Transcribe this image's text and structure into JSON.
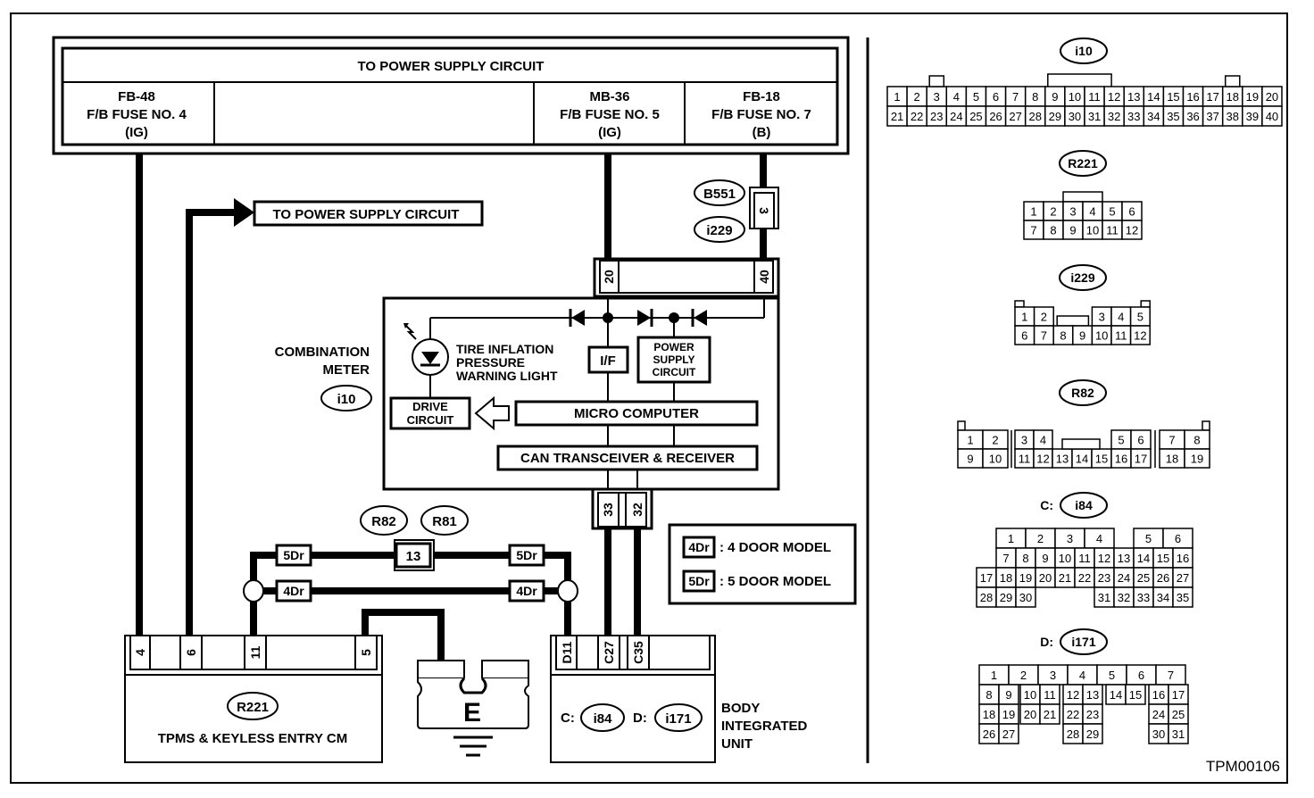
{
  "diagram_id": "TPM00106",
  "power_header": {
    "title": "TO POWER SUPPLY CIRCUIT",
    "fuses": [
      {
        "id": "FB-48",
        "line2": "F/B FUSE NO. 4",
        "line3": "(IG)"
      },
      {
        "id": "MB-36",
        "line2": "F/B FUSE NO. 5",
        "line3": "(IG)"
      },
      {
        "id": "FB-18",
        "line2": "F/B FUSE NO. 7",
        "line3": "(B)"
      }
    ]
  },
  "arrow_label": "TO POWER SUPPLY CIRCUIT",
  "inline_connector": {
    "tags": [
      "B551",
      "i229"
    ],
    "pin": "3"
  },
  "combination_meter": {
    "label_line1": "COMBINATION",
    "label_line2": "METER",
    "connector": "i10",
    "pins": [
      "20",
      "40"
    ],
    "warning_light": [
      "TIRE INFLATION",
      "PRESSURE",
      "WARNING LIGHT"
    ],
    "if_block": "I/F",
    "power_supply": [
      "POWER",
      "SUPPLY",
      "CIRCUIT"
    ],
    "drive_circuit": [
      "DRIVE",
      "CIRCUIT"
    ],
    "micro_computer": "MICRO COMPUTER",
    "can": "CAN TRANSCEIVER & RECEIVER",
    "bottom_pins": [
      "33",
      "32"
    ]
  },
  "joint_connector": {
    "tags": [
      "R82",
      "R81"
    ],
    "pin": "13"
  },
  "door_tags": {
    "five": "5Dr",
    "four": "4Dr"
  },
  "legend": {
    "items": [
      {
        "tag": "4Dr",
        "text": ": 4 DOOR MODEL"
      },
      {
        "tag": "5Dr",
        "text": ": 5 DOOR MODEL"
      }
    ]
  },
  "tpms": {
    "pins": [
      "4",
      "6",
      "11",
      "5"
    ],
    "connector": "R221",
    "label": "TPMS & KEYLESS ENTRY CM"
  },
  "ground": {
    "label": "E"
  },
  "body_unit": {
    "pins": [
      "D11",
      "C27",
      "C35"
    ],
    "c_prefix": "C:",
    "c_conn": "i84",
    "d_prefix": "D:",
    "d_conn": "i171",
    "label": [
      "BODY",
      "INTEGRATED",
      "UNIT"
    ]
  },
  "connector_views": {
    "i10": {
      "title": "i10",
      "row1": [
        "1",
        "2",
        "3",
        "4",
        "5",
        "6",
        "7",
        "8",
        "9",
        "10",
        "11",
        "12",
        "13",
        "14",
        "15",
        "16",
        "17",
        "18",
        "19",
        "20"
      ],
      "row2": [
        "21",
        "22",
        "23",
        "24",
        "25",
        "26",
        "27",
        "28",
        "29",
        "30",
        "31",
        "32",
        "33",
        "34",
        "35",
        "36",
        "37",
        "38",
        "39",
        "40"
      ]
    },
    "R221": {
      "title": "R221",
      "row1": [
        "1",
        "2",
        "3",
        "4",
        "5",
        "6"
      ],
      "row2": [
        "7",
        "8",
        "9",
        "10",
        "11",
        "12"
      ]
    },
    "i229": {
      "title": "i229",
      "row1": [
        "1",
        "2",
        "",
        "",
        "3",
        "4",
        "5"
      ],
      "row2": [
        "6",
        "7",
        "8",
        "9",
        "10",
        "11",
        "12"
      ]
    },
    "R82": {
      "title": "R82",
      "row1": [
        "1",
        "2",
        "3",
        "4",
        "",
        "",
        "",
        "5",
        "6",
        "7",
        "8"
      ],
      "row2": [
        "9",
        "10",
        "11",
        "12",
        "13",
        "14",
        "15",
        "16",
        "17",
        "18",
        "19"
      ]
    },
    "i84": {
      "prefix": "C:",
      "title": "i84",
      "row1": [
        "1",
        "2",
        "3",
        "4",
        "5",
        "6"
      ],
      "row2": [
        "7",
        "8",
        "9",
        "10",
        "11",
        "12",
        "13",
        "14",
        "15",
        "16"
      ],
      "row3": [
        "17",
        "18",
        "19",
        "20",
        "21",
        "22",
        "23",
        "24",
        "25",
        "26",
        "27"
      ],
      "row4": [
        "28",
        "29",
        "30",
        "31",
        "32",
        "33",
        "34",
        "35"
      ]
    },
    "i171": {
      "prefix": "D:",
      "title": "i171",
      "row1": [
        "1",
        "2",
        "3",
        "4",
        "5",
        "6",
        "7"
      ],
      "row2": [
        "8",
        "9",
        "10",
        "11",
        "12",
        "13",
        "14",
        "15",
        "16",
        "17"
      ],
      "row3": [
        "18",
        "19",
        "20",
        "21",
        "22",
        "23",
        "24",
        "25"
      ],
      "row4": [
        "26",
        "27",
        "28",
        "29",
        "30",
        "31"
      ]
    }
  }
}
